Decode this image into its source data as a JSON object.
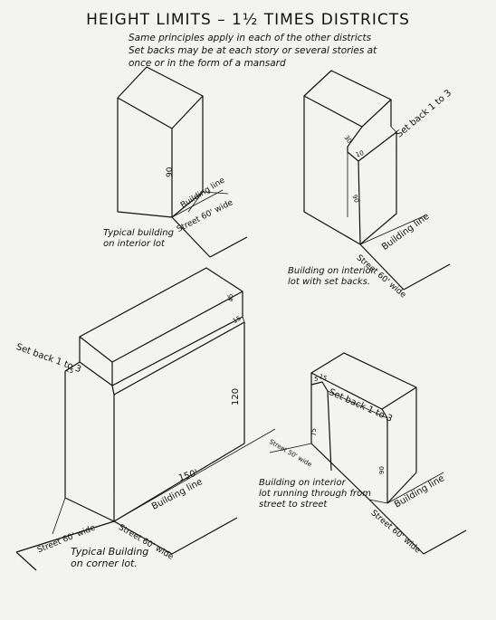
{
  "title": "HEIGHT LIMITS – 1½ TIMES DISTRICTS",
  "subtitle_lines": [
    "Same principles apply in each of the other districts",
    "Set backs may be at each story or several stories at",
    "once or in the form of a mansard"
  ],
  "figures": {
    "top_left": {
      "caption_lines": [
        "Typical building",
        "on interior lot"
      ],
      "height_label": "90",
      "building_line_label": "Building line",
      "street_label": "Street 60' wide"
    },
    "top_right": {
      "caption_lines": [
        "Building on interior",
        "lot with set backs."
      ],
      "setback_label": "Set back 1 to 3",
      "upper_dim_label": "30",
      "setback_dim_label": "10",
      "height_label": "90",
      "building_line_label": "Building line",
      "street_label": "Street 60' wide"
    },
    "bottom_left": {
      "caption_lines": [
        "Typical Building",
        "on corner lot."
      ],
      "setback_label": "Set back 1 to 3",
      "upper_dim_label": "45",
      "setback_dim_label": "15",
      "left_setback_dim_label": "15",
      "height_label": "120",
      "length_label": "150'",
      "building_line_label": "Building line",
      "street_left_label": "Street 60' wide",
      "street_right_label": "Street 60' wide"
    },
    "bottom_right": {
      "caption_lines": [
        "Building on interior",
        "lot running through from",
        "street to street"
      ],
      "setback_label": "Set back 1 to 3",
      "upper_dim_label": "5",
      "setback_dim_label": "15",
      "back_height_label": "75",
      "height_label": "90",
      "building_line_label": "Building line",
      "street_back_label": "Street 50' wide",
      "street_front_label": "Street 60' wide"
    }
  }
}
